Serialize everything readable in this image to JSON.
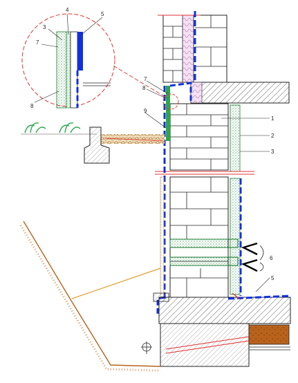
{
  "labels": {
    "l1": "1",
    "l2": "2",
    "l3": "3",
    "l4": "4",
    "l5": "5",
    "l5b": "5",
    "l6": "6",
    "l7": "7",
    "l7b": "7",
    "l8": "8",
    "l8b": "8",
    "l9": "9",
    "l3b": "3"
  },
  "colors": {
    "waterproofing": "#1030e0",
    "insulation": "#2aa84a",
    "detail_circle": "#e03030",
    "ground_line": "#e0a030",
    "soil": "#c06a20"
  }
}
